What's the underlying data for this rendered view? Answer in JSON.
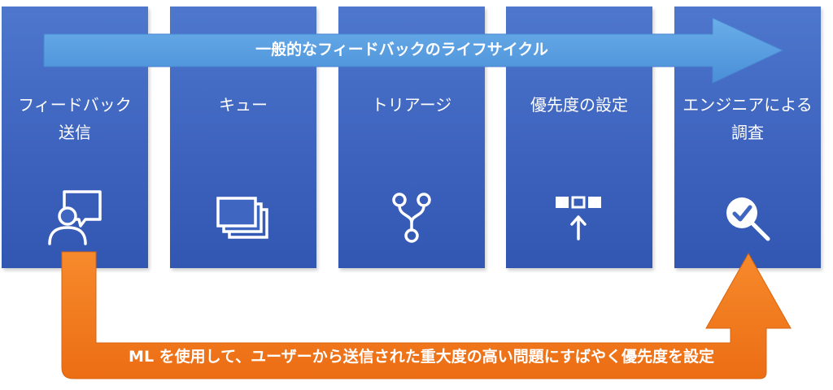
{
  "title": "一般的なフィードバックのライフサイクル",
  "stages": [
    {
      "label": "フィードバック\n送信",
      "icon": "user-feedback-icon"
    },
    {
      "label": "キュー",
      "icon": "stacked-windows-icon"
    },
    {
      "label": "トリアージ",
      "icon": "branch-icon"
    },
    {
      "label": "優先度の設定",
      "icon": "reorder-icon"
    },
    {
      "label": "エンジニアによる\n調査",
      "icon": "magnifier-check-icon"
    }
  ],
  "ml_caption": "ML を使用して、ユーザーから送信された重大度の高い問題にすばやく優先度を設定",
  "colors": {
    "card": "#3d63be",
    "top_arrow": "#5b9de0",
    "bottom_arrow": "#f47c20",
    "text": "#ffffff"
  }
}
